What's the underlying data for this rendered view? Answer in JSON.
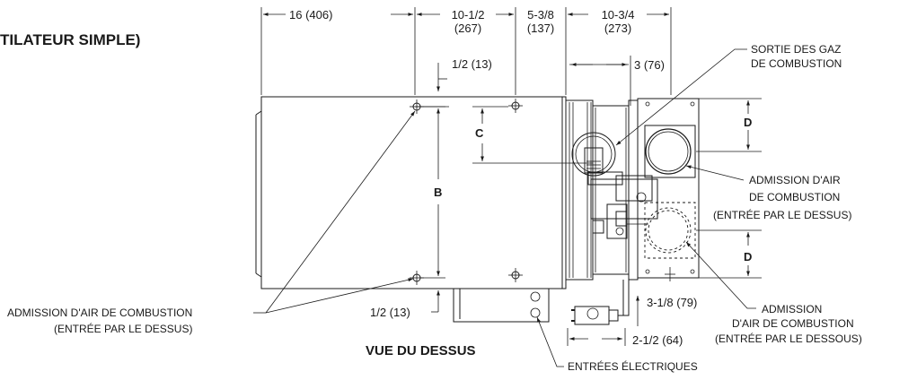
{
  "title": "TILATEUR SIMPLE)",
  "view_label": "VUE DU DESSUS",
  "dimensions": {
    "top_left": "16 (406)",
    "top_mid_1": "10-1/2",
    "top_mid_1_mm": "(267)",
    "top_mid_2": "5-3/8",
    "top_mid_2_mm": "(137)",
    "top_right": "10-3/4",
    "top_right_mm": "(273)",
    "half_top": "1/2 (13)",
    "three": "3 (76)",
    "half_bottom": "1/2 (13)",
    "three_eighth": "3-1/8 (79)",
    "two_half": "2-1/2 (64)",
    "letter_b": "B",
    "letter_c": "C",
    "letter_d": "D"
  },
  "callouts": {
    "flue_line1": "SORTIE DES GAZ",
    "flue_line2": "DE COMBUSTION",
    "top_intake_line1": "ADMISSION D'AIR",
    "top_intake_line2": "DE COMBUSTION",
    "top_intake_line3": "(ENTRÉE PAR LE DESSUS)",
    "bottom_intake_line1": "ADMISSION",
    "bottom_intake_line2": "D'AIR DE COMBUSTION",
    "bottom_intake_line3": "(ENTRÉE PAR LE DESSOUS)",
    "left_intake_line1": "ADMISSION D'AIR DE COMBUSTION",
    "left_intake_line2": "(ENTRÉE PAR LE DESSUS)",
    "electrical": "ENTRÉES ÉLECTRIQUES"
  }
}
